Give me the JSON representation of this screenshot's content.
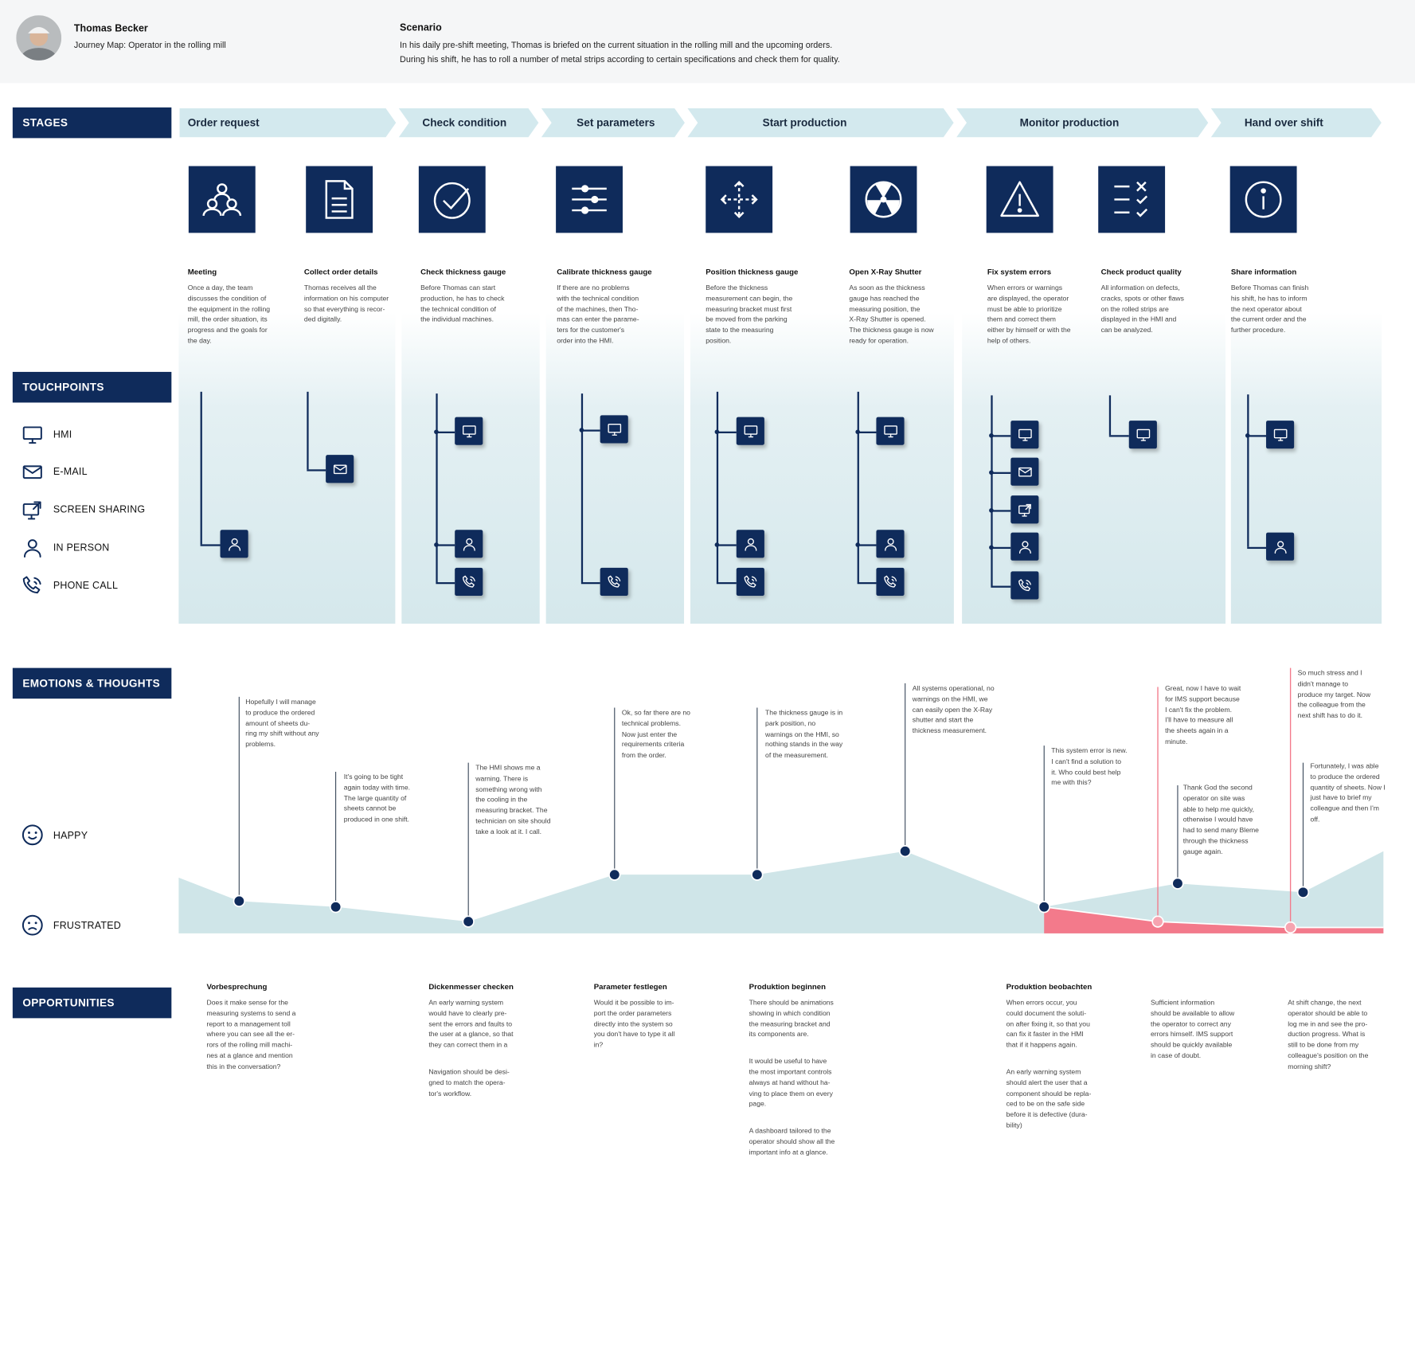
{
  "persona": {
    "name": "Thomas Becker",
    "subtitle": "Journey Map:  Operator in the rolling mill"
  },
  "scenario": {
    "title": "Scenario",
    "line1": "In his daily pre-shift meeting, Thomas is briefed on the current situation in the rolling mill and the upcoming orders.",
    "line2": "During his shift, he has to roll a number of metal strips according to certain specifications and check them for quality."
  },
  "sections": {
    "stages": "STAGES",
    "touchpoints": "TOUCHPOINTS",
    "emotions": "EMOTIONS & THOUGHTS",
    "opportunities": "OPPORTUNITIES"
  },
  "stages": [
    "Order request",
    "Check condition",
    "Set parameters",
    "Start production",
    "Monitor production",
    "Hand over shift"
  ],
  "steps": [
    {
      "icon": "people-icon",
      "title": "Meeting",
      "lines": [
        "Once a day, the team",
        "discusses the condition of",
        "the equipment in the rolling",
        "mill, the order situation, its",
        "progress and the goals for",
        "the day."
      ]
    },
    {
      "icon": "document-icon",
      "title": "Collect order details",
      "lines": [
        "Thomas receives all the",
        "information on his computer",
        "so that everything is recor-",
        "ded digitally."
      ]
    },
    {
      "icon": "checkmark-circle-icon",
      "title": "Check thickness gauge",
      "lines": [
        "Before Thomas can start",
        "production, he has to check",
        "the technical condition of",
        "the individual machines."
      ]
    },
    {
      "icon": "sliders-icon",
      "title": "Calibrate thickness gauge",
      "lines": [
        "If there are no problems",
        "with the technical condition",
        "of the machines, then Tho-",
        "mas can enter the parame-",
        "ters for the customer's",
        "order into the HMI."
      ]
    },
    {
      "icon": "move-arrows-icon",
      "title": "Position thickness gauge",
      "lines": [
        "Before the thickness",
        "measurement can begin, the",
        "measuring bracket must first",
        "be moved from the parking",
        "state to the measuring",
        "position."
      ]
    },
    {
      "icon": "radiation-icon",
      "title": "Open X-Ray Shutter",
      "lines": [
        "As soon as the thickness",
        "gauge has reached the",
        "measuring position, the",
        "X-Ray Shutter is opened.",
        "The thickness gauge is now",
        "ready for operation."
      ]
    },
    {
      "icon": "warning-icon",
      "title": "Fix system errors",
      "lines": [
        "When errors or warnings",
        "are displayed, the operator",
        "must be able to prioritize",
        "them and correct them",
        "either by himself or with the",
        "help of others."
      ]
    },
    {
      "icon": "checklist-icon",
      "title": "Check product quality",
      "lines": [
        "All information on defects,",
        "cracks, spots or other flaws",
        "on the rolled strips are",
        "displayed in the HMI and",
        "can be analyzed."
      ]
    },
    {
      "icon": "info-icon",
      "title": "Share information",
      "lines": [
        "Before Thomas can finish",
        "his shift, he has to inform",
        "the next operator about",
        "the current order and the",
        "further procedure."
      ]
    }
  ],
  "touchpoint_legend": [
    {
      "icon": "monitor-icon",
      "label": "HMI"
    },
    {
      "icon": "mail-icon",
      "label": "E-MAIL"
    },
    {
      "icon": "screen-share-icon",
      "label": "SCREEN SHARING"
    },
    {
      "icon": "person-icon",
      "label": "IN PERSON"
    },
    {
      "icon": "phone-icon",
      "label": "PHONE CALL"
    }
  ],
  "touchpoints_by_step": [
    [
      "person"
    ],
    [
      "mail"
    ],
    [
      "monitor",
      "person",
      "phone"
    ],
    [
      "monitor",
      "phone"
    ],
    [
      "monitor",
      "person",
      "phone"
    ],
    [
      "monitor",
      "person",
      "phone"
    ],
    [
      "monitor",
      "mail",
      "screen-share",
      "person",
      "phone"
    ],
    [
      "monitor"
    ],
    [
      "monitor",
      "person"
    ]
  ],
  "emotion_legend": {
    "happy": "HAPPY",
    "frustrated": "FRUSTRATED"
  },
  "emotions": [
    {
      "lines": [
        "Hopefully I will manage",
        "to produce the ordered",
        "amount of sheets du-",
        "ring my shift without any",
        "problems."
      ]
    },
    {
      "lines": [
        "It's going to be tight",
        "again today with time.",
        "The large quantity of",
        "sheets cannot be",
        "produced in one shift."
      ]
    },
    {
      "lines": [
        "The HMI shows me a",
        "warning. There is",
        "something wrong with",
        "the cooling in the",
        "measuring bracket. The",
        "technician on site should",
        "take a look at it. I call."
      ]
    },
    {
      "lines": [
        "Ok, so far there are no",
        "technical problems.",
        "Now just enter the",
        "requirements criteria",
        "from the order."
      ]
    },
    {
      "lines": [
        "The thickness gauge is in",
        "park position, no",
        "warnings on the HMI, so",
        "nothing stands in the way",
        "of the measurement."
      ]
    },
    {
      "lines": [
        "All systems operational, no",
        "warnings on the HMI, we",
        "can easily open the X-Ray",
        "shutter and start the",
        "thickness measurement."
      ]
    },
    {
      "lines": [
        "This system error is new.",
        "I can't find a solution to",
        "it. Who could best help",
        "me with this?"
      ]
    },
    {
      "lines": [
        "Great, now I have to wait",
        "for IMS support because",
        "I can't fix the problem.",
        "I'll have to measure all",
        "the sheets again in a",
        "minute."
      ]
    },
    {
      "lines": [
        "Thank God the second",
        "operator on site was",
        "able to help me quickly,",
        "otherwise I would have",
        "had to send many Bleme",
        "through the thickness",
        "gauge again."
      ]
    },
    {
      "lines": [
        "So much stress and I",
        "didn't manage to",
        "produce my target. Now",
        "the colleague from the",
        "next shift has to do it."
      ]
    },
    {
      "lines": [
        "Fortunately, I was able",
        "to produce the ordered",
        "quantity of sheets. Now I",
        "just have to brief my",
        "colleague and then I'm",
        "off."
      ]
    }
  ],
  "chart_data": {
    "type": "area",
    "series": [
      {
        "values": [
          0.55,
          0.45,
          0.2,
          1.0,
          1.0,
          1.4,
          0.45,
          0.85,
          0.7
        ]
      },
      {
        "values": [
          0.45,
          0.2,
          0.1,
          0.1
        ]
      }
    ]
  },
  "opportunities": [
    {
      "title": "Vorbesprechung",
      "blocks": [
        [
          "Does it make sense for the",
          "measuring systems to send a",
          "report to a management toll",
          "where you can see all the er-",
          "rors of the rolling mill machi-",
          "nes at a glance and mention",
          "this in the conversation?"
        ]
      ]
    },
    {
      "title": "Dickenmesser checken",
      "blocks": [
        [
          "An early warning system",
          "would have to clearly pre-",
          "sent the errors and faults to",
          "the user at a glance, so that",
          "they can correct them in a"
        ],
        [
          "Navigation should be desi-",
          "gned to match the opera-",
          "tor's workflow."
        ]
      ]
    },
    {
      "title": "Parameter festlegen",
      "blocks": [
        [
          "Would it be possible to im-",
          "port the order parameters",
          "directly into the system so",
          "you don't have to type it all",
          "in?"
        ]
      ]
    },
    {
      "title": "Produktion beginnen",
      "blocks": [
        [
          "There should be animations",
          "showing in which condition",
          "the measuring bracket and",
          "its components are."
        ],
        [
          "It would be useful to have",
          "the most important controls",
          "always at hand without ha-",
          "ving to place them on every",
          "page."
        ],
        [
          "A dashboard tailored to the",
          "operator should show all the",
          "important info at a glance."
        ]
      ]
    },
    {
      "title": "Produktion beobachten",
      "blocks": [
        [
          "When errors occur, you",
          "could document the soluti-",
          "on after fixing it, so that you",
          "can fix it faster in the HMI",
          "that if it happens again."
        ],
        [
          "An early warning system",
          "should alert the user that a",
          "component should be repla-",
          "ced to be on the safe side",
          "before it is defective (dura-",
          "bility)"
        ]
      ]
    },
    {
      "title": "",
      "blocks": [
        [
          "Sufficient information",
          "should be available to allow",
          "the operator to correct any",
          "errors himself. IMS support",
          "should be quickly available",
          "in case of doubt."
        ]
      ]
    },
    {
      "title": "",
      "blocks": [
        [
          "At shift change, the next",
          "operator should be able to",
          "log me in and see the pro-",
          "duction progress. What is",
          "still to be done from my",
          "colleague's position on the",
          "morning shift?"
        ]
      ]
    }
  ],
  "colors": {
    "navy": "#0f2b5b",
    "stage_fill": "#d3e9ee",
    "area_fill": "#cfe5e8",
    "frustration_fill": "#f37a8b",
    "header_bg": "#f5f6f7"
  }
}
